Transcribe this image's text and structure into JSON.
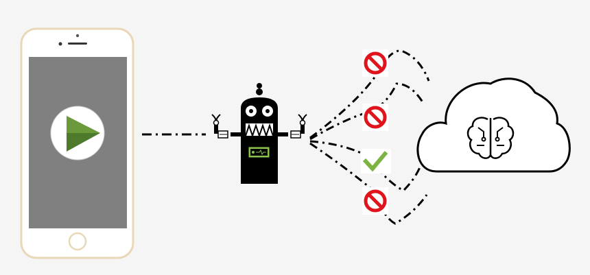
{
  "icons": {
    "phone": "smartphone-icon",
    "play": "play-icon",
    "robot": "robot-icon",
    "cloud": "cloud-icon",
    "brain": "brain-icon",
    "blocked": "no-entry-icon",
    "allowed": "check-mark-icon"
  },
  "status": [
    "blocked",
    "blocked",
    "allowed",
    "blocked"
  ],
  "colors": {
    "background": "#f5f5f5",
    "phone_frame": "#e9d8b8",
    "phone_screen": "#808080",
    "play_green": "#4e7a2c",
    "robot_body": "#000000",
    "robot_panel_green": "#8bc34a",
    "blocked_red": "#e0141c",
    "allowed_green": "#7cb342",
    "line": "#000000"
  }
}
